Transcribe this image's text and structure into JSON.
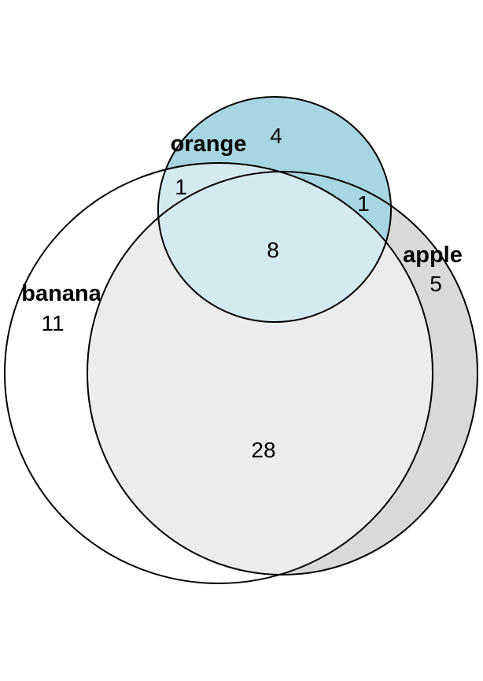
{
  "chart_data": {
    "type": "venn",
    "sets": [
      {
        "name": "orange",
        "color": "#a8d5e2",
        "only": 4
      },
      {
        "name": "banana",
        "color": "#ffffff",
        "only": 11
      },
      {
        "name": "apple",
        "color": "#d9d9d9",
        "only": 5
      }
    ],
    "intersections": {
      "orange_banana": 1,
      "orange_apple": 1,
      "banana_apple": 28,
      "orange_banana_apple": 8
    }
  }
}
